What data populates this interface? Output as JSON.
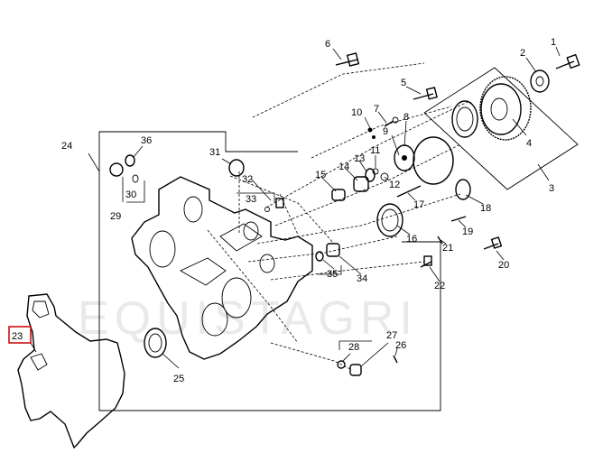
{
  "diagram": {
    "watermark": "EQUISTAGRI",
    "highlight_color": "#cc1111",
    "highlighted_callout": "23",
    "callouts": {
      "c1": "1",
      "c2": "2",
      "c3": "3",
      "c4": "4",
      "c5": "5",
      "c6": "6",
      "c7": "7",
      "c8": "8",
      "c9": "9",
      "c10": "10",
      "c11": "11",
      "c12": "12",
      "c13": "13",
      "c14": "14",
      "c15": "15",
      "c16": "16",
      "c17": "17",
      "c18": "18",
      "c19": "19",
      "c20": "20",
      "c21": "21",
      "c22": "22",
      "c23": "23",
      "c24": "24",
      "c25": "25",
      "c26": "26",
      "c27": "27",
      "c28": "28",
      "c29": "29",
      "c30": "30",
      "c31": "31",
      "c32": "32",
      "c33": "33",
      "c34": "34",
      "c35": "35",
      "c36": "36"
    }
  }
}
